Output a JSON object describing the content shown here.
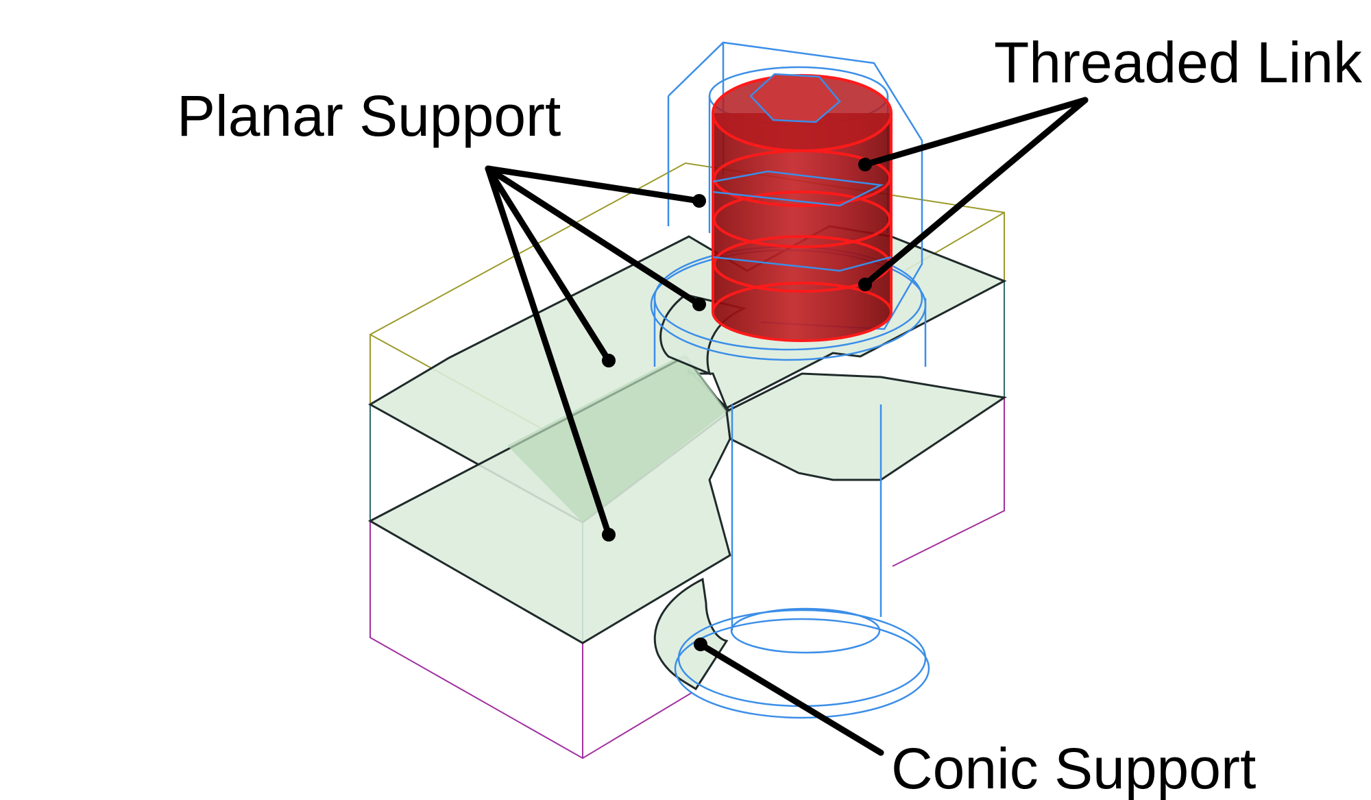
{
  "labels": {
    "planar_support": "Planar Support",
    "threaded_link": "Threaded Link",
    "conic_support": "Conic Support"
  },
  "colors": {
    "support_surface": "#dcecdc",
    "threaded_link": "#c0181b",
    "bolt_edges": "#3b8ee8",
    "upper_block_edges": "#9c9a2a",
    "lower_block_edges": "#a0309f",
    "leaders": "#000000"
  }
}
